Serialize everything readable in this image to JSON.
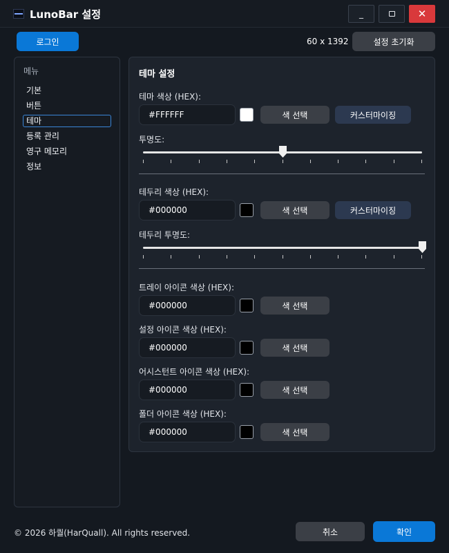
{
  "window": {
    "title": "LunoBar 설정",
    "minimize_label": "_",
    "close_label": "✕"
  },
  "header": {
    "login_label": "로그인",
    "size_text": "60 x 1392",
    "reset_label": "설정 초기화"
  },
  "sidebar": {
    "title": "메뉴",
    "items": [
      {
        "label": "기본"
      },
      {
        "label": "버튼"
      },
      {
        "label": "테마",
        "selected": true
      },
      {
        "label": "등록 관리"
      },
      {
        "label": "영구 메모리"
      },
      {
        "label": "정보"
      }
    ]
  },
  "theme": {
    "title": "테마 설정",
    "pick_label": "색 선택",
    "custom_label": "커스터마이징",
    "theme_color": {
      "label": "테마 색상 (HEX):",
      "value": "#FFFFFF",
      "swatch": "#ffffff"
    },
    "opacity": {
      "label": "투명도:",
      "value_fraction": 0.5
    },
    "border_color": {
      "label": "테두리 색상 (HEX):",
      "value": "#000000",
      "swatch": "#000000"
    },
    "border_opacity": {
      "label": "테두리 투명도:",
      "value_fraction": 1.0
    },
    "tray_icon": {
      "label": "트레이 아이콘 색상 (HEX):",
      "value": "#000000",
      "swatch": "#000000"
    },
    "settings_icon": {
      "label": "설정 아이콘 색상 (HEX):",
      "value": "#000000",
      "swatch": "#000000"
    },
    "assistant_icon": {
      "label": "어시스턴트 아이콘 색상 (HEX):",
      "value": "#000000",
      "swatch": "#000000"
    },
    "folder_icon": {
      "label": "폴더 아이콘 색상 (HEX):",
      "value": "#000000",
      "swatch": "#000000"
    }
  },
  "footer": {
    "copyright": "© 2026 하퀄(HarQuall). All rights reserved.",
    "cancel_label": "취소",
    "ok_label": "확인"
  },
  "colors": {
    "accent": "#0a78d7",
    "close": "#d9393b",
    "background": "#141920",
    "panel": "#1d232c"
  }
}
